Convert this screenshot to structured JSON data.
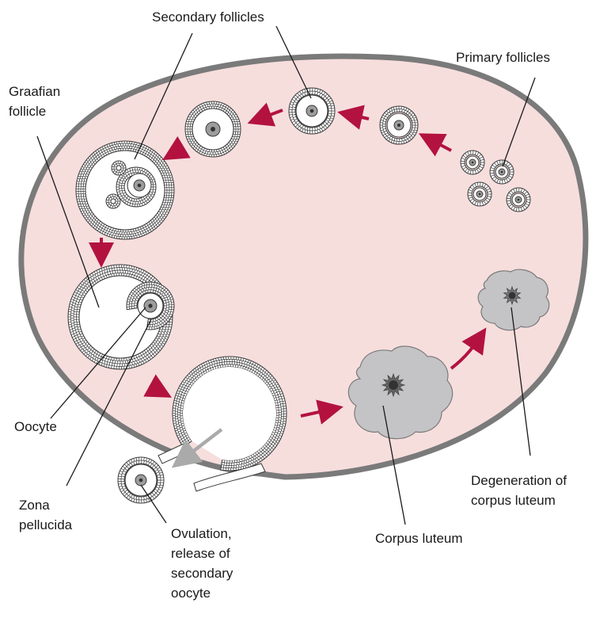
{
  "labels": {
    "secondary_follicles": "Secondary follicles",
    "primary_follicles": "Primary follicles",
    "graafian_line1": "Graafian",
    "graafian_line2": "follicle",
    "oocyte": "Oocyte",
    "zona_line1": "Zona",
    "zona_line2": "pellucida",
    "ovulation_line1": "Ovulation,",
    "ovulation_line2": "release of",
    "ovulation_line3": "secondary",
    "ovulation_line4": "oocyte",
    "corpus_luteum": "Corpus luteum",
    "degeneration_line1": "Degeneration of",
    "degeneration_line2": "corpus luteum"
  },
  "colors": {
    "ovary_fill": "#f6dedd",
    "ovary_outline": "#7a7a7a",
    "arrow": "#b3123f",
    "ovulation_arrow": "#aaaaaa",
    "corpus_fill": "#c4c4c6",
    "oocyte_fill": "#9d9d9d"
  }
}
